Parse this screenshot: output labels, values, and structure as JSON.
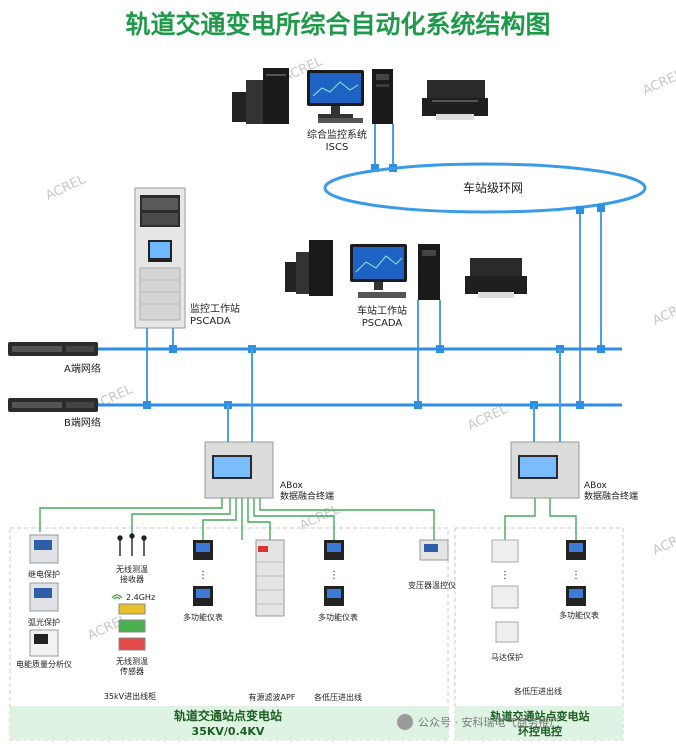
{
  "title": "轨道交通变电所综合自动化系统结构图",
  "watermark": "ACREL",
  "colors": {
    "title": "#1f9a4a",
    "net_line": "#2f8fe0",
    "ring": "#3a9be8",
    "drop_line": "#4aa0e8",
    "zone_border": "#c9c9c9",
    "footer_bg": "#dff3e4",
    "footer_text": "#1b5e20"
  },
  "top": {
    "iscs_label_1": "综合监控系统",
    "iscs_label_2": "ISCS",
    "ring_label": "车站级环网"
  },
  "middle": {
    "pscada_monitor_label_1": "监控工作站",
    "pscada_monitor_label_2": "PSCADA",
    "station_work_label_1": "车站工作站",
    "station_work_label_2": "PSCADA",
    "net_a_label": "A端网络",
    "net_b_label": "B端网络"
  },
  "abox": {
    "left_label_1": "ABox",
    "left_label_2": "数据融合终端",
    "right_label_1": "ABox",
    "right_label_2": "数据融合终端"
  },
  "devices_left": {
    "relay": "继电保护",
    "arc": "弧光保护",
    "pq": "电能质量分析仪",
    "wireless_rx_1": "无线测温",
    "wireless_rx_2": "接收器",
    "freq": "2.4GHz",
    "wireless_sensor_1": "无线测温",
    "wireless_sensor_2": "传感器",
    "meter1": "多功能仪表",
    "meter2": "多功能仪表",
    "transformer": "变压器温控仪",
    "cabinet_35kv": "35kV进出线柜",
    "apf": "有源滤波APF",
    "lv_out": "各低压进出线",
    "dots": "⋮"
  },
  "devices_right": {
    "meter": "多功能仪表",
    "motor": "马达保护",
    "lv_out": "各低压进出线",
    "dots": "⋮"
  },
  "footer": {
    "left_1": "轨道交通站点变电站",
    "left_2": "35KV/0.4KV",
    "right_1": "轨道交通站点变电站",
    "right_2": "环控电控",
    "wechat": "公众号 · 安科瑞电气商务推广"
  }
}
